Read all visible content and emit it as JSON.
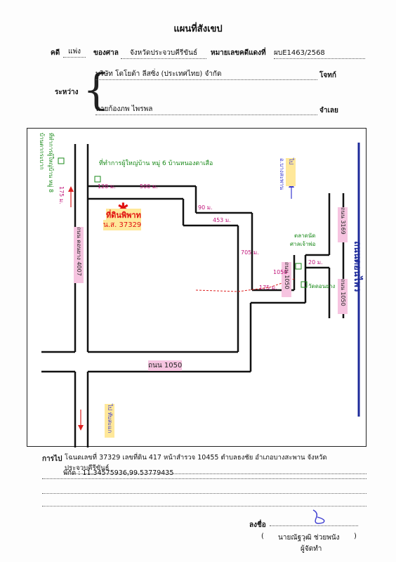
{
  "header": {
    "title": "แผนที่สังเขป",
    "case_label": "คดี",
    "case_type": "แพ่ง",
    "court_label": "ของศาล",
    "court_value": "จังหวัดประจวบคีรีขันธ์",
    "red_no_label": "หมายเลขคดีแดงที่",
    "red_no_value": "ผบE1463/2568"
  },
  "parties": {
    "between_label": "ระหว่าง",
    "plaintiff_name": "บริษัท โตโยต้า ลีสซิ่ง (ประเทศไทย) จำกัด",
    "plaintiff_role": "โจทก์",
    "defendant_name": "นายก้องภพ ไพรพล",
    "defendant_role": "จำเลย"
  },
  "map": {
    "road_main_right": "ถนนดอนไพร",
    "road_bottom": "ถนน 1050",
    "road_left": "ถนน ดอนยาง 4007",
    "road_right_upper": "ถนน 3169",
    "road_right_lower": "ถนน 1050",
    "road_mid": "ถนน 1050",
    "office_note": "ที่ทำการผู้ใหญ่บ้าน หมู่ 6 บ้านหนองตาเสือ",
    "left_vertical_note": "ที่ทำการผู้ใหญ่บ้าน หมู่ 8 บ้านตากระบาก",
    "site_label_1": "ที่ดินพิพาท",
    "site_label_2": "น.ส. 37329",
    "shop_note_1": "ตลาดนัด",
    "shop_note_2": "ศาลเจ้าพ่อ",
    "temple_note": "วัดดอนยาง",
    "to_a": "ไป อ.บางสะพาน",
    "to_b": "ไป ทับสะแก",
    "dist_1": "500 ม.",
    "dist_2": "120 ม.",
    "dist_3": "90 ม.",
    "dist_4": "453 ม.",
    "dist_5": "705 ม.",
    "dist_6": "175 ม.",
    "dist_7": "20 ม.",
    "dist_8": "175 ม.",
    "dist_9": "1050"
  },
  "footer": {
    "route_label": "การไป",
    "route_text": "โฉนดเลขที่ 37329 เลขที่ดิน 417 หน้าสำรวจ 10455 ตำบลธงชัย อำเภอบางสะพาน จังหวัดประจวบคีรีขันธ์",
    "coords": "พิกัด : 11.34575936,99.53779435",
    "sign_label": "ลงชื่อ",
    "paren_open": "(",
    "signer_name": "นายณัฐวุฒิ ช่วยพนัง",
    "paren_close": ")",
    "signer_role": "ผู้จัดทำ"
  }
}
